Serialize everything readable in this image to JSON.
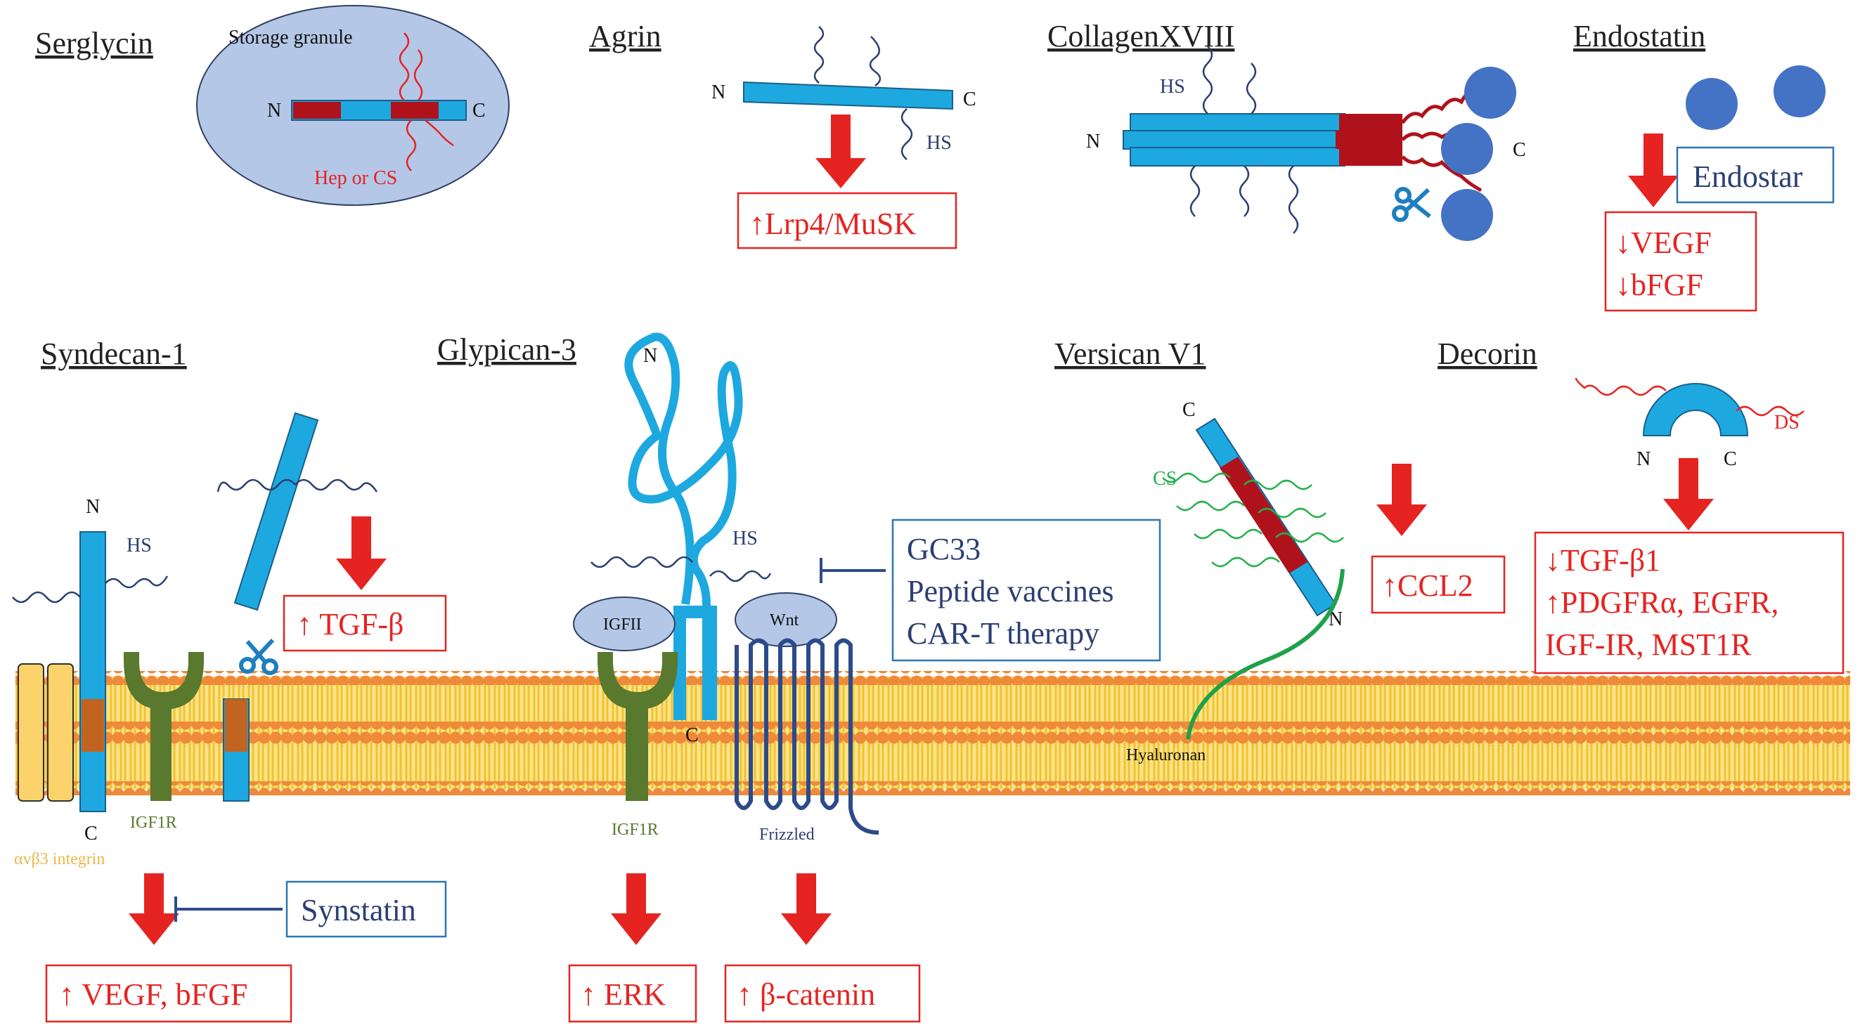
{
  "titles": {
    "serglycin": "Serglycin",
    "agrin": "Agrin",
    "collagen18": "CollagenXVIII",
    "endostatin": "Endostatin",
    "syndecan1": "Syndecan-1",
    "glypican3": "Glypican-3",
    "versican": "Versican V1",
    "decorin": "Decorin"
  },
  "serglycin": {
    "granule": "Storage granule",
    "n": "N",
    "c": "C",
    "chain": "Hep or CS"
  },
  "agrin": {
    "n": "N",
    "c": "C",
    "hs": "HS",
    "effect": "↑Lrp4/MuSK"
  },
  "collagen18": {
    "hs": "HS",
    "n": "N",
    "c": "C"
  },
  "endostatin": {
    "drug": "Endostar",
    "effect1": "↓VEGF",
    "effect2": "↓bFGF"
  },
  "syndecan1": {
    "n": "N",
    "c": "C",
    "hs": "HS",
    "receptor": "IGF1R",
    "integrin": "αvβ3 integrin",
    "shed_effect": "↑ TGF-β",
    "inhibitor": "Synstatin",
    "effect": "↑ VEGF, bFGF"
  },
  "glypican3": {
    "n": "N",
    "c": "C",
    "hs": "HS",
    "ligand1": "IGFII",
    "ligand2": "Wnt",
    "receptor1": "IGF1R",
    "receptor2": "Frizzled",
    "therapies": [
      "GC33",
      "Peptide vaccines",
      "CAR-T therapy"
    ],
    "effect1": "↑ ERK",
    "effect2": "↑ β-catenin"
  },
  "versican": {
    "c": "C",
    "n": "N",
    "cs": "CS",
    "hyaluronan": "Hyaluronan",
    "effect": "↑CCL2"
  },
  "decorin": {
    "n": "N",
    "c": "C",
    "ds": "DS",
    "effects": [
      "↓TGF-β1",
      "↑PDGFRα, EGFR,",
      "IGF-IR, MST1R"
    ]
  },
  "colors": {
    "blue_protein": "#1ea8e0",
    "dark_red": "#b0121b",
    "arrow_red": "#e52421",
    "receptor_green": "#58792e",
    "membrane_orange": "#ee8a3a",
    "membrane_yellow": "#f7cf3f",
    "granule_fill": "#b4c7e7",
    "endostatin_blue": "#4472c4"
  }
}
